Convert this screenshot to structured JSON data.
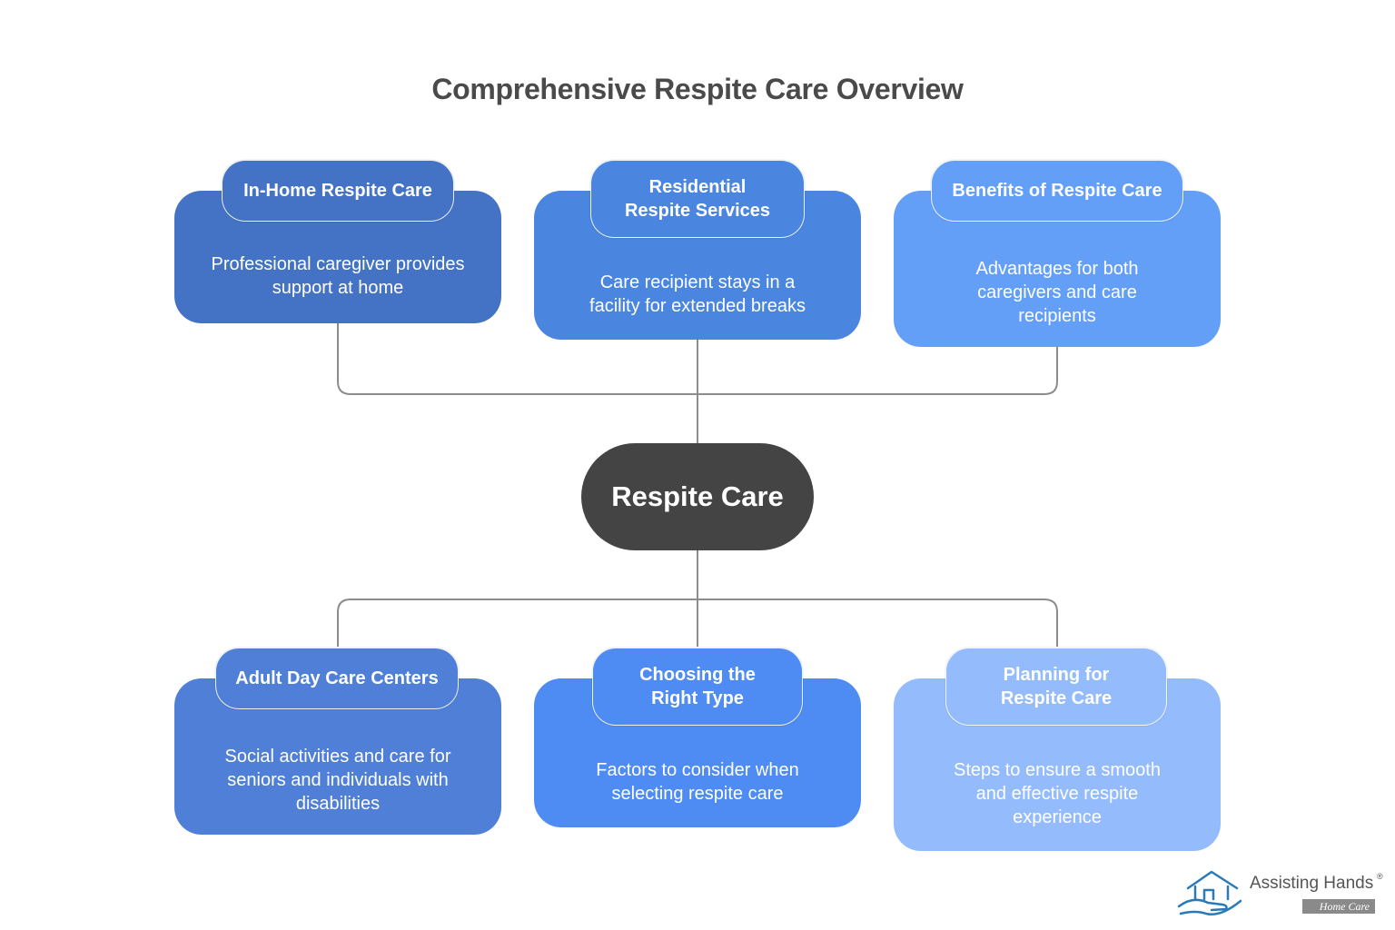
{
  "title": "Comprehensive Respite Care Overview",
  "center": {
    "label": "Respite Care",
    "color": "#444444"
  },
  "nodes": [
    {
      "heading": "In-Home Respite Care",
      "description": "Professional caregiver provides support at home",
      "color": "#4472c4"
    },
    {
      "heading": "Residential Respite Services",
      "description": "Care recipient stays in a facility for extended breaks",
      "color": "#4a86e0"
    },
    {
      "heading": "Benefits of Respite Care",
      "description": "Advantages for both caregivers and care recipients",
      "color": "#649ff7"
    },
    {
      "heading": "Adult Day Care Centers",
      "description": "Social activities and care for seniors and individuals with disabilities",
      "color": "#4f7fd6"
    },
    {
      "heading": "Choosing the Right Type",
      "description": "Factors to consider when selecting respite care",
      "color": "#4e8bf2"
    },
    {
      "heading": "Planning for Respite Care",
      "description": "Steps to ensure a smooth and effective respite experience",
      "color": "#94bbfb"
    }
  ],
  "logo": {
    "name": "Assisting Hands",
    "tagline": "Home Care",
    "registered": "®",
    "icon": "house-hand-icon",
    "color": "#2a7ab8"
  },
  "connector_color": "#8c8c8c"
}
